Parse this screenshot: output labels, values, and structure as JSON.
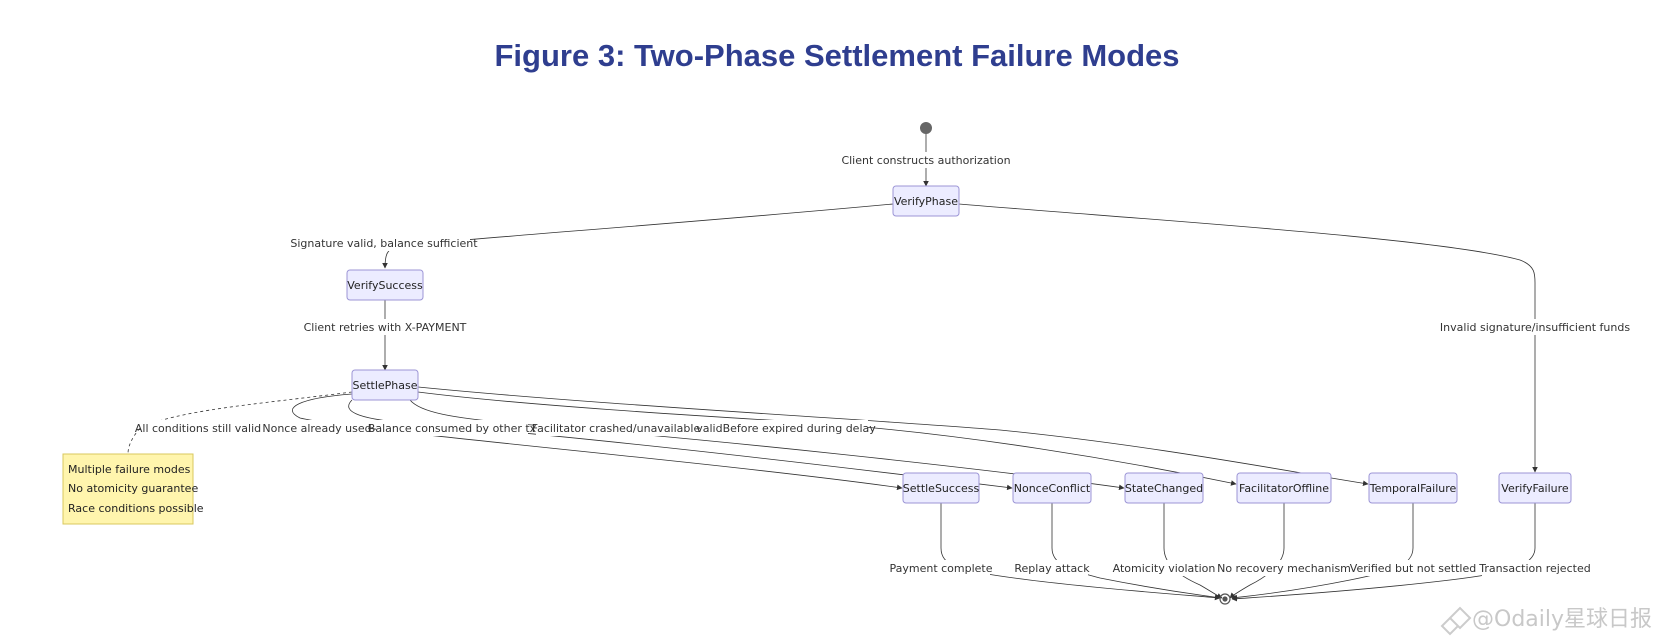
{
  "title": "Figure 3: Two-Phase Settlement Failure Modes",
  "nodes": {
    "verify_phase": "VerifyPhase",
    "verify_success": "VerifySuccess",
    "settle_phase": "SettlePhase",
    "settle_success": "SettleSuccess",
    "nonce_conflict": "NonceConflict",
    "state_changed": "StateChanged",
    "facilitator_offline": "FacilitatorOffline",
    "temporal_failure": "TemporalFailure",
    "verify_failure": "VerifyFailure"
  },
  "edges": {
    "start_to_verify": "Client constructs authorization",
    "verify_to_success": "Signature valid, balance sufficient",
    "verify_to_failure": "Invalid signature/insufficient funds",
    "success_to_settle": "Client retries with X-PAYMENT",
    "settle_to_success": "All conditions still valid",
    "settle_to_nonce": "Nonce already used",
    "settle_to_state": "Balance consumed by other tx",
    "settle_to_facilitator": "Facilitator crashed/unavailable",
    "settle_to_temporal": "validBefore expired during delay",
    "success_to_end": "Payment complete",
    "nonce_to_end": "Replay attack",
    "state_to_end": "Atomicity violation",
    "facilitator_to_end": "No recovery mechanism",
    "temporal_to_end": "Verified but not settled",
    "failure_to_end": "Transaction rejected"
  },
  "note": {
    "lines": [
      "Multiple failure modes",
      "No atomicity guarantee",
      "Race conditions possible"
    ]
  },
  "watermark": "@Odaily星球日报",
  "colors": {
    "title": "#2f3e8f",
    "node_fill": "#ececff",
    "node_stroke": "#9c95d6",
    "note_fill": "#fff5ad",
    "note_stroke": "#d8c85e"
  }
}
